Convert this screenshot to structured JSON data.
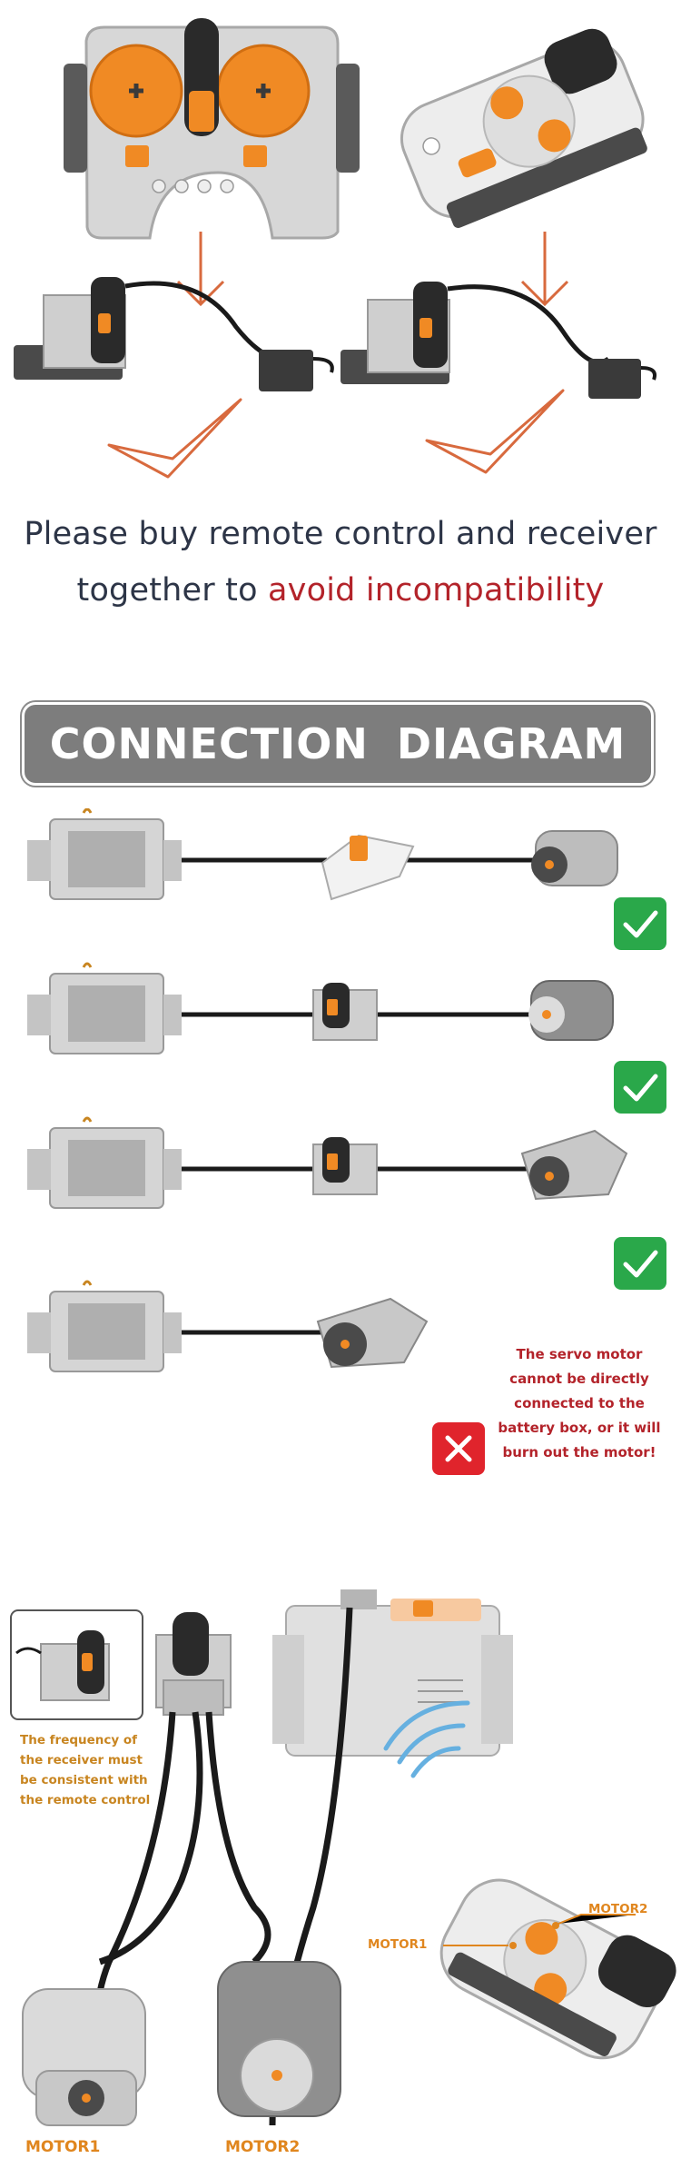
{
  "headline": {
    "line1": "Please buy remote control and receiver",
    "line2_prefix": "together to ",
    "line2_highlight": "avoid incompatibility"
  },
  "banner": {
    "title": "CONNECTION  DIAGRAM"
  },
  "warning": {
    "text": "The servo motor cannot be directly connected to the battery box, or it will burn out the motor!"
  },
  "frequency_note": {
    "text": "The frequency of the receiver must be consistent with the remote control"
  },
  "labels": {
    "motor1_bottom": "MOTOR1",
    "motor2_bottom": "MOTOR2",
    "motor1_remote": "MOTOR1",
    "motor2_remote": "MOTOR2"
  },
  "colors": {
    "accent_orange": "#f08a24",
    "arrow": "#d86a3e",
    "ok_green": "#2aa84a",
    "error_red": "#e0242c",
    "text_navy": "#2d3547",
    "text_red": "#b3232a",
    "banner_gray": "#7d7d7d"
  },
  "connection_rows": [
    {
      "status": "ok",
      "icon": "check-icon"
    },
    {
      "status": "ok",
      "icon": "check-icon"
    },
    {
      "status": "ok",
      "icon": "check-icon"
    },
    {
      "status": "error",
      "icon": "cross-icon"
    }
  ]
}
